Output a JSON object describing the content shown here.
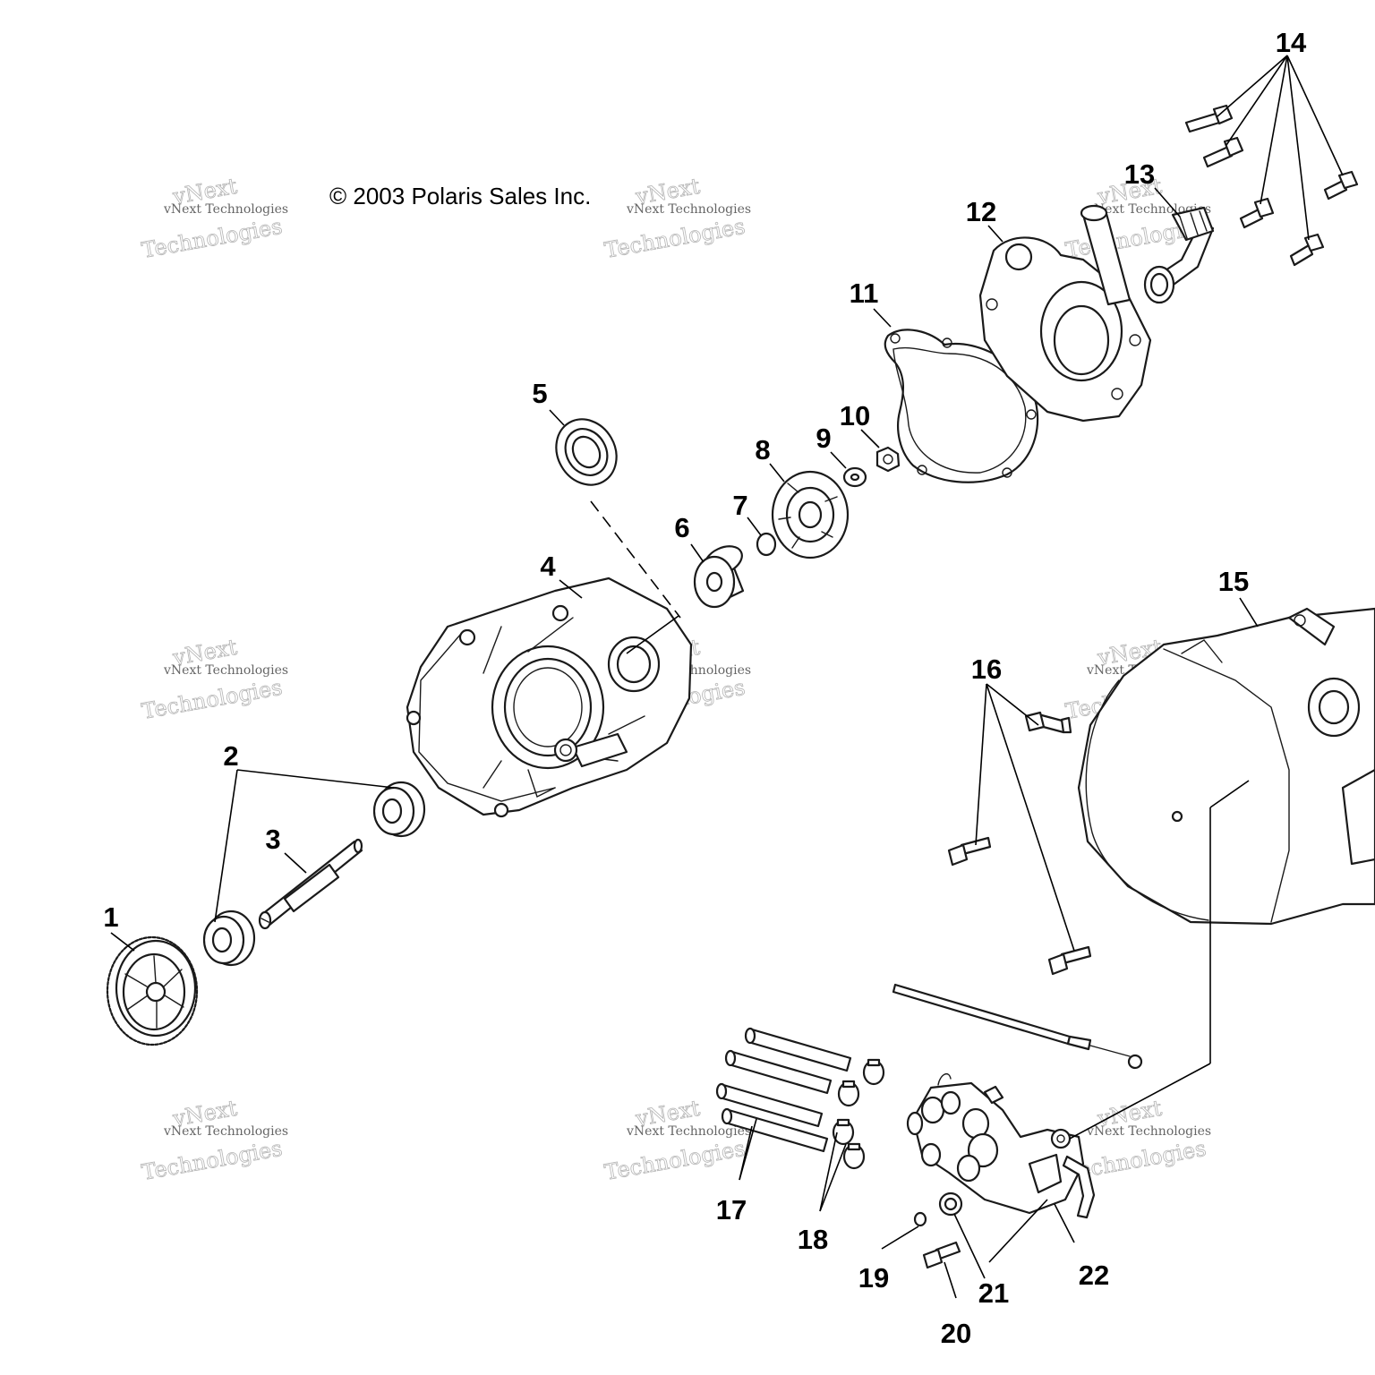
{
  "copyright": "© 2003 Polaris Sales Inc.",
  "watermark": {
    "line1": "vNext",
    "line2": "vNext Technologies",
    "line3": "Technologies"
  },
  "callouts": [
    "1",
    "2",
    "3",
    "4",
    "5",
    "6",
    "7",
    "8",
    "9",
    "10",
    "11",
    "12",
    "13",
    "14",
    "15",
    "16",
    "17",
    "18",
    "19",
    "20",
    "21",
    "22"
  ]
}
